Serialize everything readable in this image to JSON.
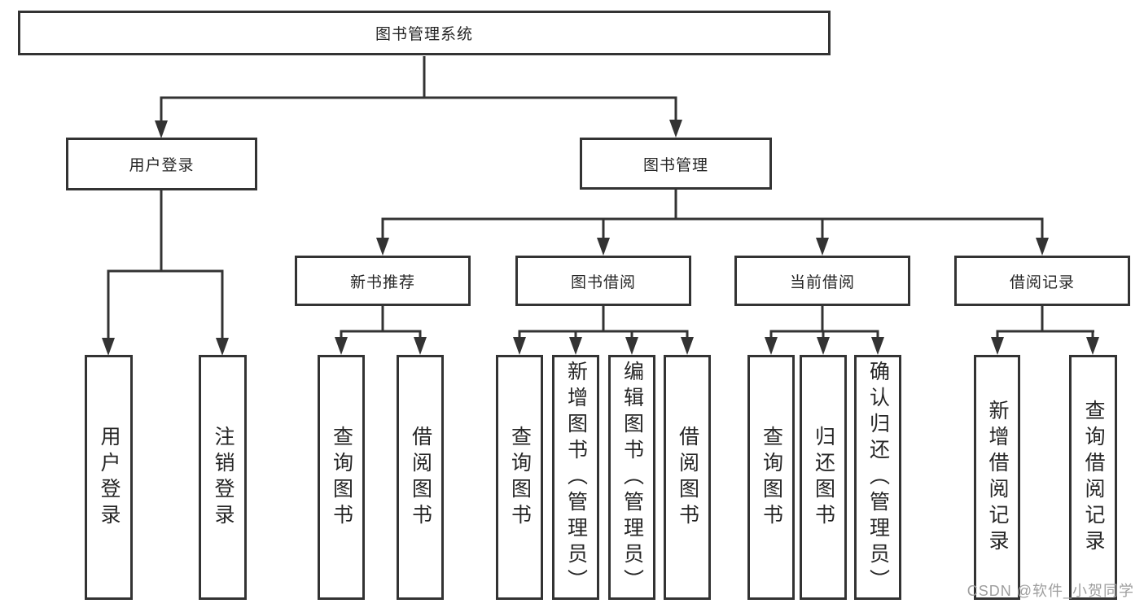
{
  "diagram": {
    "title": "图书管理系统",
    "level2": {
      "user_login": "用户登录",
      "book_mgmt": "图书管理"
    },
    "level3": {
      "new_books": "新书推荐",
      "book_borrow": "图书借阅",
      "current_borrow": "当前借阅",
      "borrow_records": "借阅记录"
    },
    "leaves": {
      "user_login": [
        "用户登录",
        "注销登录"
      ],
      "new_books": [
        "查询图书",
        "借阅图书"
      ],
      "book_borrow": [
        "查询图书",
        "新增图书（管理员）",
        "编辑图书（管理员）",
        "借阅图书"
      ],
      "current_borrow": [
        "查询图书",
        "归还图书",
        "确认归还（管理员）"
      ],
      "borrow_records": [
        "新增借阅记录",
        "查询借阅记录"
      ]
    },
    "watermark": "CSDN @软件_小贺同学",
    "colors": {
      "line": "#333333",
      "box_border": "#333333",
      "text": "#262626",
      "watermark": "#9e9e9e",
      "background": "#ffffff"
    }
  }
}
